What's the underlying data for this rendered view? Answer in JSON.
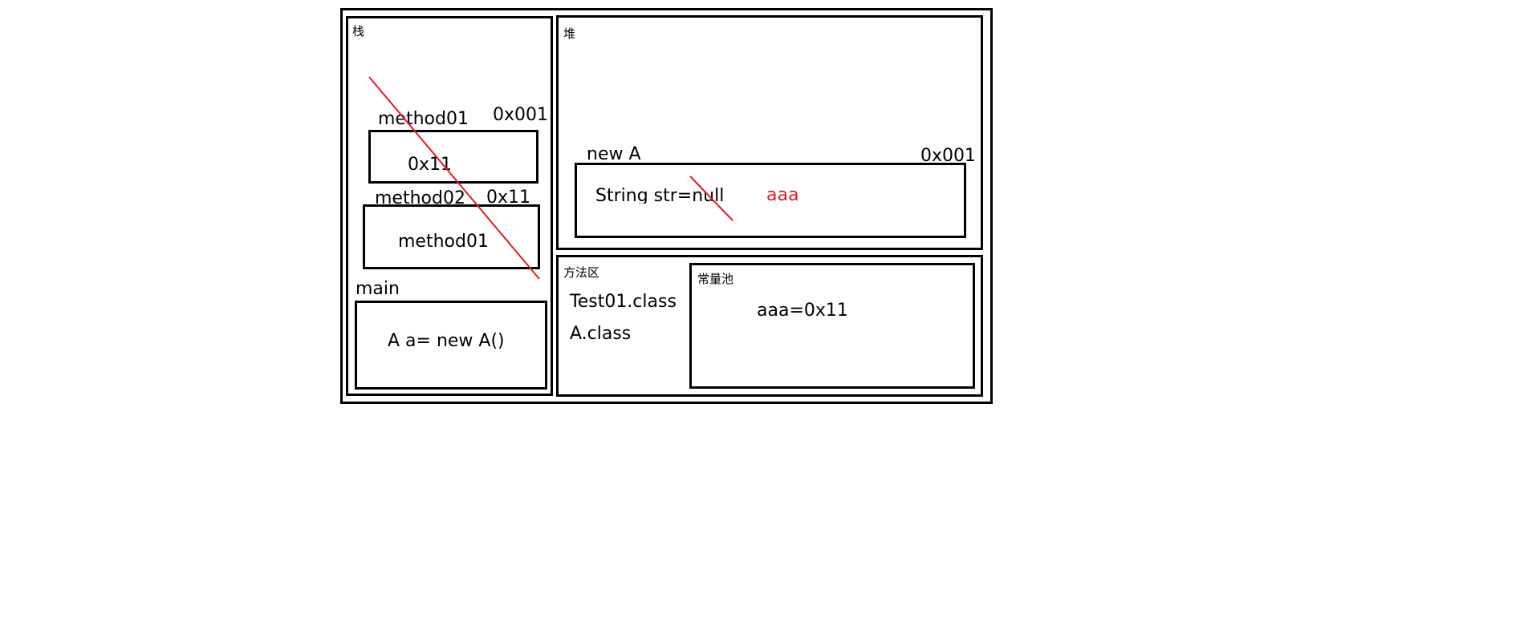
{
  "stack": {
    "label": "栈",
    "frame_method01": {
      "label": "method01",
      "address": "0x001",
      "content": "0x11"
    },
    "frame_method02": {
      "label": "method02",
      "address": "0x11",
      "content": "method01"
    },
    "frame_main": {
      "label": "main",
      "content": "A a= new A()"
    }
  },
  "heap": {
    "label": "堆",
    "object": {
      "label": "new A",
      "address": "0x001",
      "field": "String str=null",
      "new_value": "aaa"
    }
  },
  "method_area": {
    "label": "方法区",
    "classes": [
      "Test01.class",
      "A.class"
    ],
    "constant_pool": {
      "label": "常量池",
      "entry": "aaa=0x11"
    }
  },
  "colors": {
    "line": "#000000",
    "strike": "#e31b23"
  }
}
